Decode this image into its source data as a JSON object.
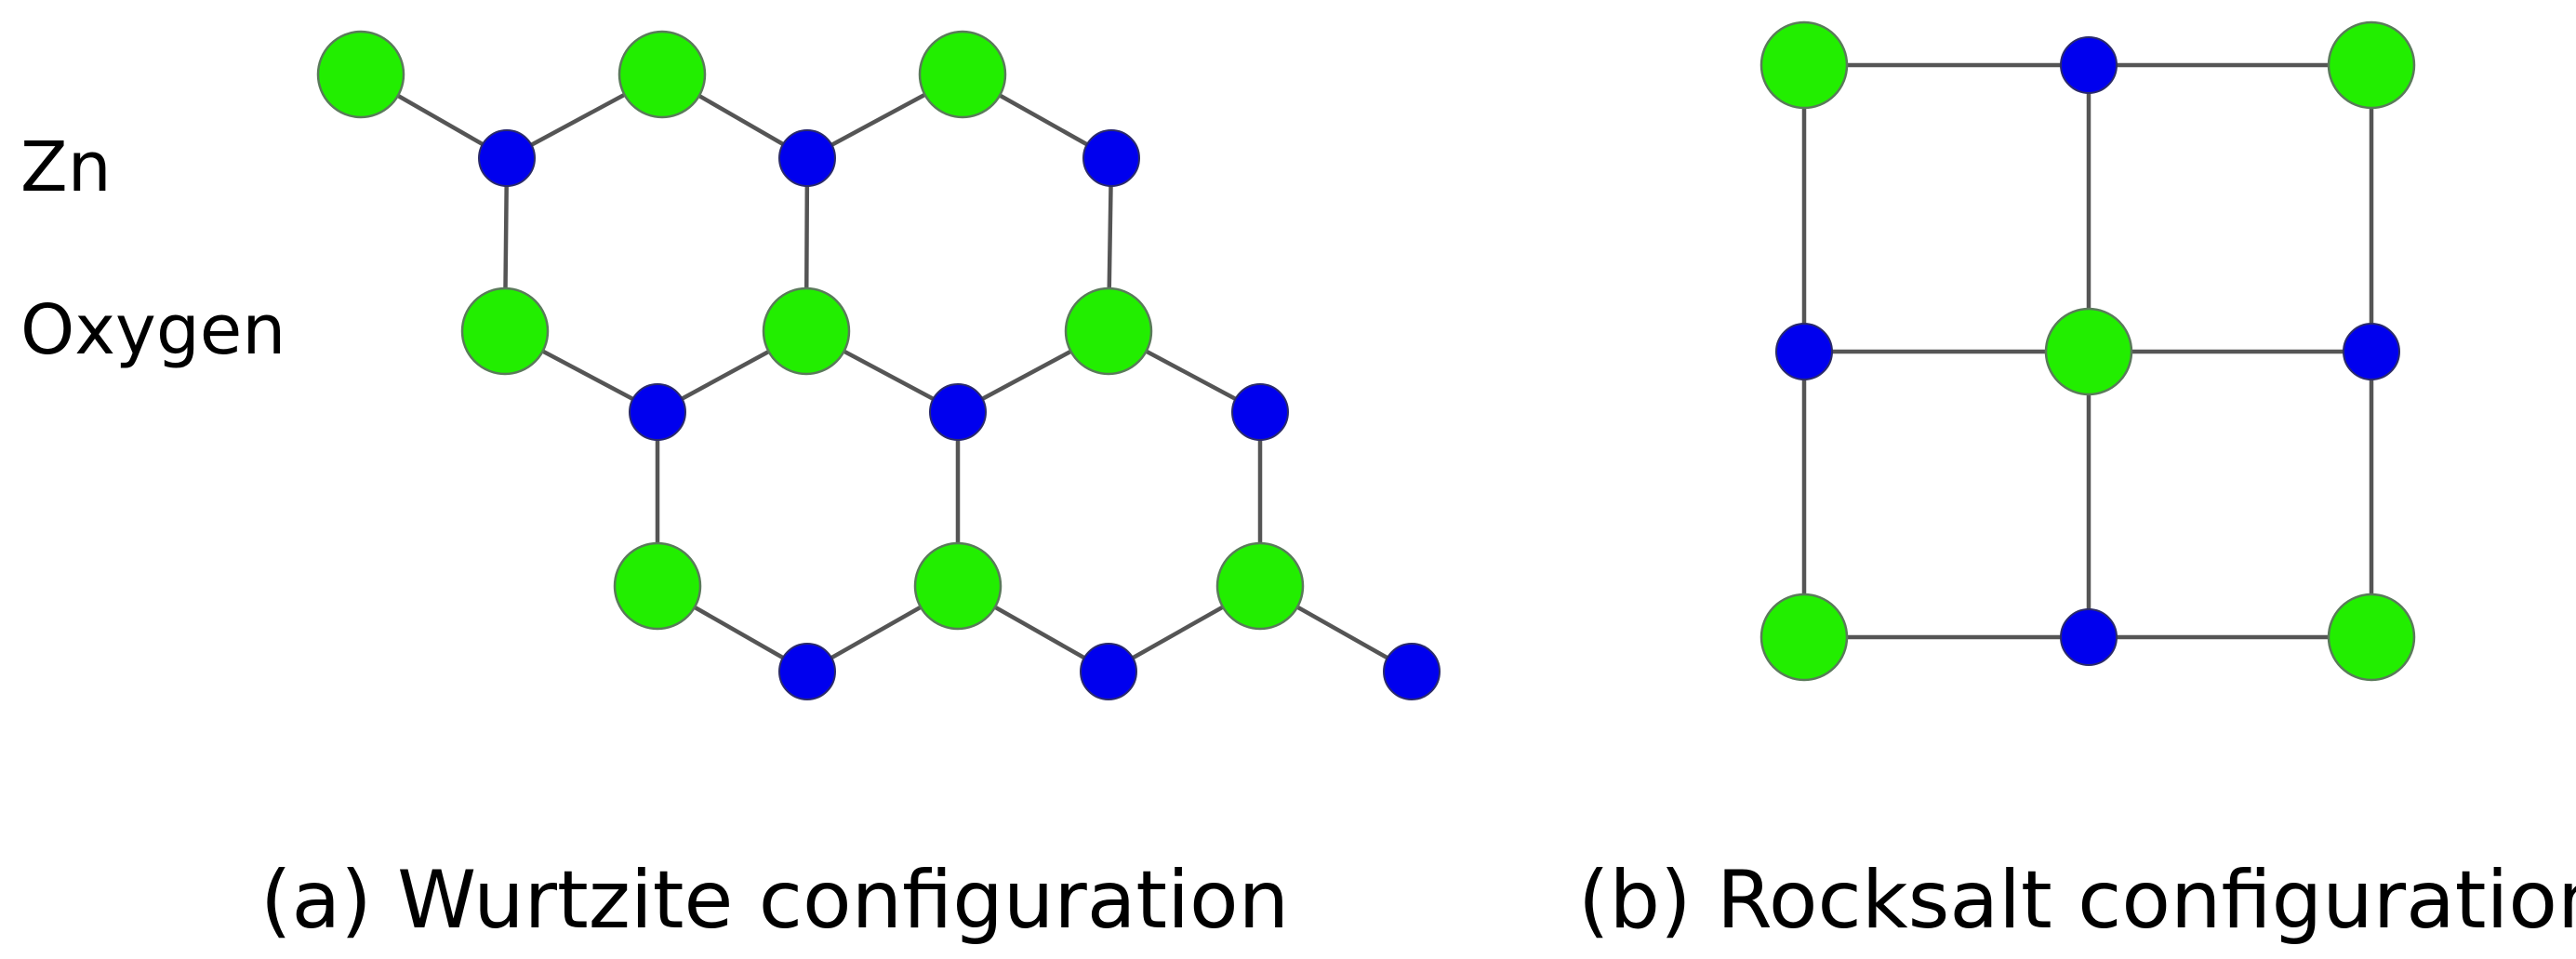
{
  "legend": {
    "zn_label": "Zn",
    "oxygen_label": "Oxygen"
  },
  "captions": {
    "wurtzite": "(a) Wurtzite configuration",
    "rocksalt": "(b) Rocksalt configuration"
  },
  "colors": {
    "zn": "#0000ee",
    "oxygen": "#22ee00",
    "bond": "#555555",
    "text": "#000000",
    "background": "#ffffff"
  }
}
